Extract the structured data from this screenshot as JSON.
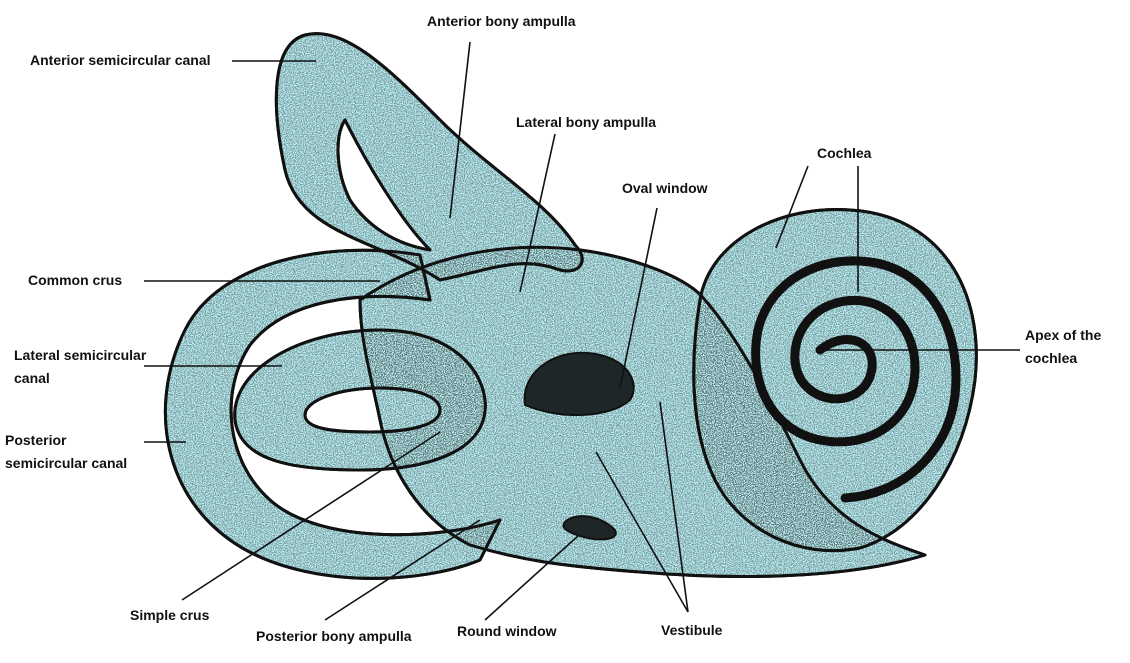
{
  "diagram": {
    "colors": {
      "fill": "#b9f0f5",
      "outline": "#111111",
      "window_fill": "#1f2628",
      "leader": "#111111"
    },
    "labels": {
      "anterior_semicircular_canal": "Anterior semicircular canal",
      "anterior_bony_ampulla": "Anterior bony ampulla",
      "lateral_bony_ampulla": "Lateral bony ampulla",
      "cochlea": "Cochlea",
      "oval_window": "Oval window",
      "common_crus": "Common crus",
      "lateral_semicircular_canal_line1": "Lateral semicircular",
      "lateral_semicircular_canal_line2": "canal",
      "apex_of_cochlea_line1": "Apex of the",
      "apex_of_cochlea_line2": "cochlea",
      "posterior_semicircular_canal_line1": "Posterior",
      "posterior_semicircular_canal_line2": "semicircular canal",
      "simple_crus": "Simple crus",
      "posterior_bony_ampulla": "Posterior bony ampulla",
      "round_window": "Round window",
      "vestibule": "Vestibule"
    }
  }
}
